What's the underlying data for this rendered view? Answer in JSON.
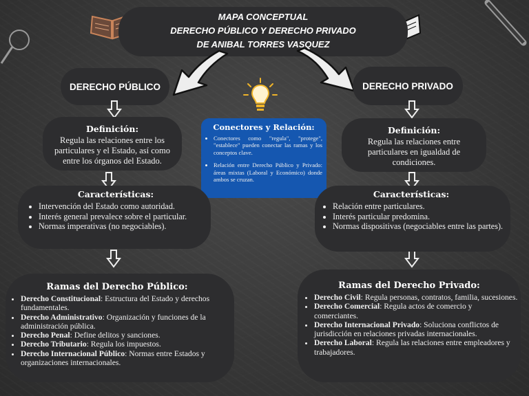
{
  "title": {
    "line1": "MAPA CONCEPTUAL",
    "line2": "DERECHO PÚBLICO  Y  DERECHO PRIVADO",
    "line3": "DE ANIBAL TORRES VASQUEZ"
  },
  "publico": {
    "label": "DERECHO PÚBLICO",
    "definicion_title": "Definición:",
    "definicion_text": "Regula las relaciones entre los particulares y el Estado, así como entre los órganos del Estado.",
    "caracteristicas_title": "Características:",
    "caracteristicas": [
      "Intervención del Estado como autoridad.",
      "Interés general prevalece sobre el particular.",
      "Normas imperativas (no negociables)."
    ],
    "ramas_title": "Ramas del Derecho Público:",
    "ramas": [
      {
        "name": "Derecho Constitucional",
        "desc": ": Estructura del Estado y derechos fundamentales."
      },
      {
        "name": "Derecho Administrativo",
        "desc": ": Organización y funciones de la administración pública."
      },
      {
        "name": "Derecho Penal",
        "desc": ": Define delitos y sanciones."
      },
      {
        "name": "Derecho Tributario",
        "desc": ": Regula los impuestos."
      },
      {
        "name": "Derecho Internacional Público",
        "desc": ": Normas entre Estados y organizaciones internacionales."
      }
    ]
  },
  "privado": {
    "label": "DERECHO PRIVADO",
    "definicion_title": "Definición:",
    "definicion_text": "Regula las relaciones entre particulares en igualdad de condiciones.",
    "caracteristicas_title": "Características:",
    "caracteristicas": [
      "Relación entre particulares.",
      "Interés particular predomina.",
      "Normas dispositivas (negociables entre las partes)."
    ],
    "ramas_title": "Ramas del Derecho Privado:",
    "ramas": [
      {
        "name": "Derecho Civil",
        "desc": ": Regula personas, contratos, familia, sucesiones."
      },
      {
        "name": "Derecho Comercial",
        "desc": ": Regula actos de comercio y comerciantes."
      },
      {
        "name": "Derecho Internacional Privado",
        "desc": ": Soluciona conflictos de jurisdicción en relaciones privadas internacionales."
      },
      {
        "name": "Derecho Laboral",
        "desc": ": Regula las relaciones entre empleadores y trabajadores."
      }
    ]
  },
  "conectores": {
    "title": "Conectores y Relación:",
    "items": [
      "Conectores como \"regula\", \"protege\", \"establece\" pueden conectar las ramas y los conceptos clave.",
      "Relación entre Derecho Público y Privado: áreas mixtas (Laboral y Económico) donde ambos se cruzan."
    ]
  },
  "colors": {
    "box": "#2d2d2f",
    "connector_box": "#1557b0",
    "background": "#3a3a3a"
  },
  "icons": [
    "open-book-icon",
    "lightbulb-icon",
    "magnifier-icon",
    "pencil-icon",
    "curved-arrow-icon",
    "down-arrow-icon"
  ]
}
